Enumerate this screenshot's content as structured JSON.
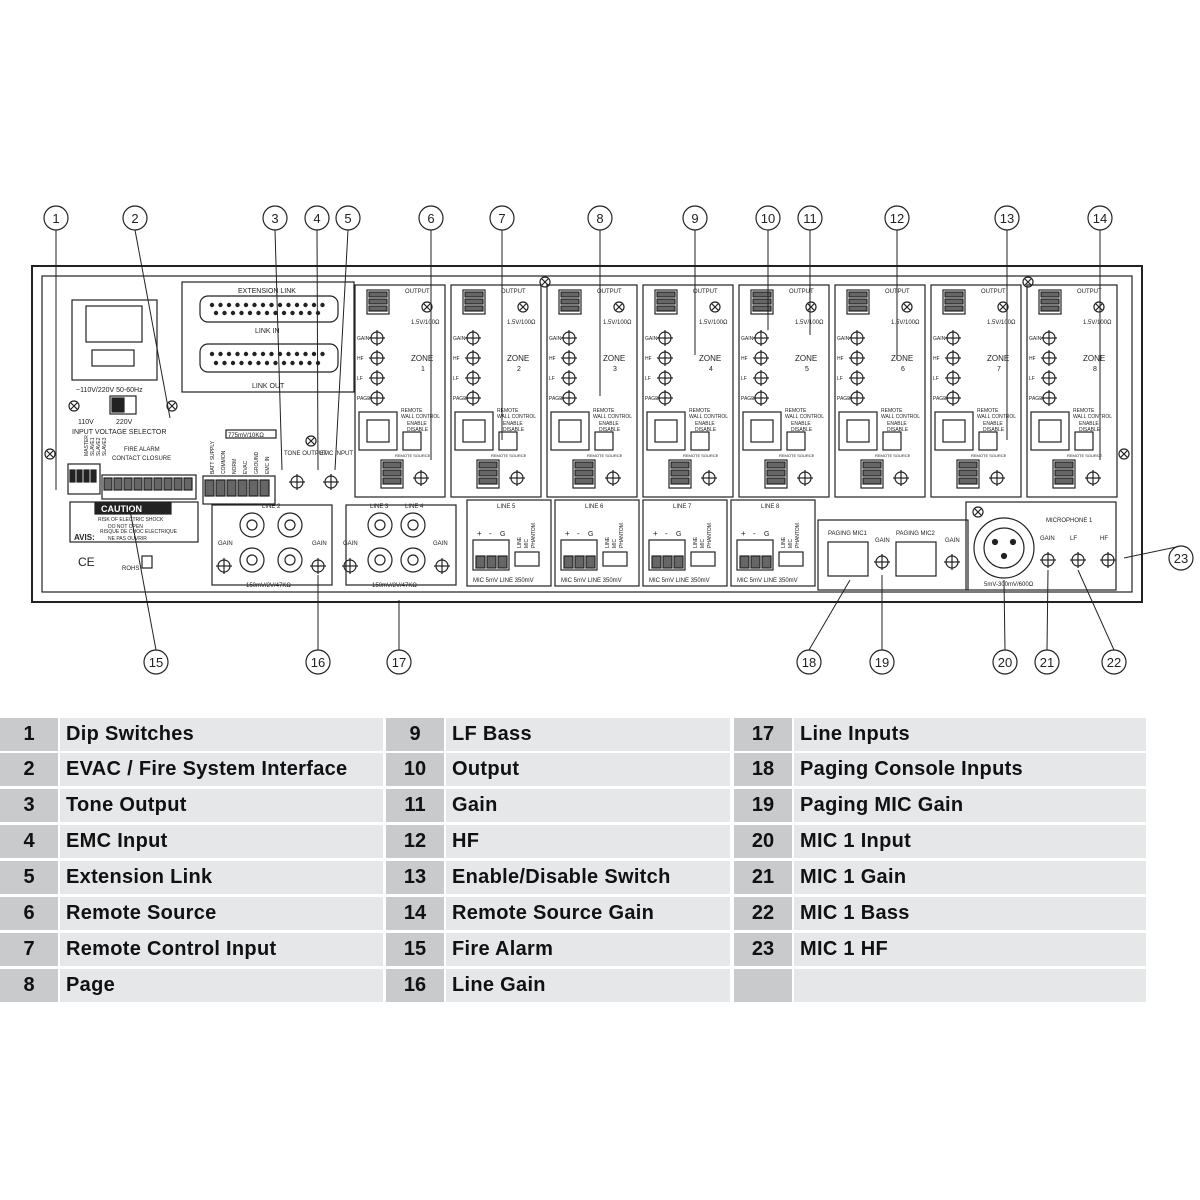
{
  "callouts": [
    "1",
    "2",
    "3",
    "4",
    "5",
    "6",
    "7",
    "8",
    "9",
    "10",
    "11",
    "12",
    "13",
    "14",
    "15",
    "16",
    "17",
    "18",
    "19",
    "20",
    "21",
    "22",
    "23"
  ],
  "panel": {
    "voltage": "~110V/220V  50-60Hz",
    "voltage_selector": "INPUT  VOLTAGE SELECTOR",
    "v110": "110V",
    "v220": "220V",
    "extension_link": "EXTENSION LINK",
    "link_in": "LINK IN",
    "link_out": "LINK OUT",
    "fire_alarm": "FIRE ALARM",
    "contact_closure": "CONTACT CLOSURE",
    "dip_labels": [
      "MASTER",
      "SLAVE1",
      "SLAVE2",
      "SLAVE3"
    ],
    "caution": "CAUTION",
    "caution_line1": "RISK OF ELECTRIC SHOCK",
    "caution_line2": "DO NOT OPEN",
    "avis": "AVIS:",
    "avis_line1": "RISQUE DE CHOC ELECTRIQUE",
    "avis_line2": "NE PAS OUVRIR",
    "ce": "CE",
    "rohs": "ROHS",
    "tone_output": "TONE OUTPUT",
    "emc_input": "EMC INPUT",
    "evac_labels": [
      "BATT SUPPLY",
      "COMMON",
      "NORM",
      "EVAC",
      "GROUND",
      "EMC IN"
    ],
    "evac_level": "775mV/10KΩ",
    "line2": "LINE 2",
    "line3": "LINE 3",
    "line4": "LINE 4",
    "line_spec": "150mV/2V/47KΩ",
    "gain": "GAIN",
    "zone": "ZONE",
    "output": "OUTPUT",
    "output_spec": "1.5V/100Ω",
    "knob_labels": [
      "GAIN",
      "HF",
      "LF",
      "PAGE"
    ],
    "remote": "REMOTE",
    "wall_control": "WALL CONTROL",
    "enable": "ENABLE",
    "disable": "DISABLE",
    "remote_source": "REMOTE SOURCE",
    "zones": [
      "1",
      "2",
      "3",
      "4",
      "5",
      "6",
      "7",
      "8"
    ],
    "lines": [
      "LINE 5",
      "LINE 6",
      "LINE 7",
      "LINE 8"
    ],
    "line_switches": [
      "LINE",
      "MIC",
      "PHANTOM"
    ],
    "mic_line_spec": "MIC 5mV LINE 350mV",
    "paging_mic1": "PAGING MIC1",
    "paging_mic2": "PAGING MIC2",
    "microphone1": "MICROPHONE 1",
    "mic_knobs": [
      "GAIN",
      "LF",
      "HF"
    ],
    "mic_spec": "5mV-300mV/600Ω"
  },
  "legend": [
    [
      {
        "num": "1",
        "label": "Dip Switches"
      },
      {
        "num": "2",
        "label": "EVAC / Fire System Interface"
      },
      {
        "num": "3",
        "label": "Tone Output"
      },
      {
        "num": "4",
        "label": "EMC Input"
      },
      {
        "num": "5",
        "label": "Extension Link"
      },
      {
        "num": "6",
        "label": "Remote Source"
      },
      {
        "num": "7",
        "label": "Remote Control Input"
      },
      {
        "num": "8",
        "label": "Page"
      }
    ],
    [
      {
        "num": "9",
        "label": "LF Bass"
      },
      {
        "num": "10",
        "label": "Output"
      },
      {
        "num": "11",
        "label": "Gain"
      },
      {
        "num": "12",
        "label": "HF"
      },
      {
        "num": "13",
        "label": "Enable/Disable Switch"
      },
      {
        "num": "14",
        "label": "Remote Source Gain"
      },
      {
        "num": "15",
        "label": "Fire Alarm"
      },
      {
        "num": "16",
        "label": "Line Gain"
      }
    ],
    [
      {
        "num": "17",
        "label": "Line Inputs"
      },
      {
        "num": "18",
        "label": "Paging Console Inputs"
      },
      {
        "num": "19",
        "label": "Paging MIC Gain"
      },
      {
        "num": "20",
        "label": "MIC 1 Input"
      },
      {
        "num": "21",
        "label": "MIC 1 Gain"
      },
      {
        "num": "22",
        "label": "MIC 1 Bass"
      },
      {
        "num": "23",
        "label": "MIC 1 HF"
      },
      {
        "num": "",
        "label": ""
      }
    ]
  ]
}
